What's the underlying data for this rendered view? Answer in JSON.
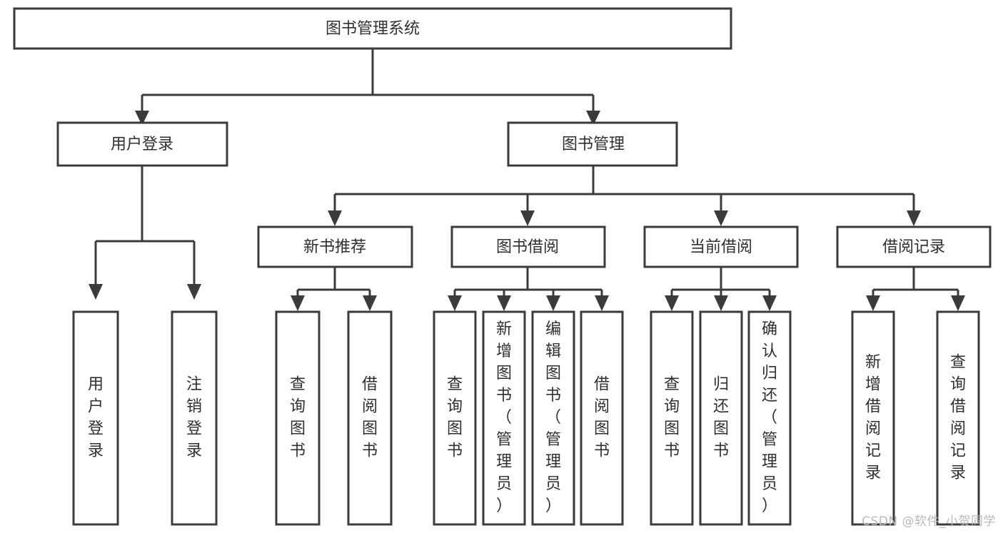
{
  "diagram": {
    "type": "tree-hierarchy",
    "title": "图书管理系统",
    "background_color": "#ffffff",
    "box_stroke_color": "#3b3b3b",
    "text_color": "#2f2f2f",
    "root": {
      "id": "root",
      "label": "图书管理系统",
      "orientation": "horizontal"
    },
    "level2": [
      {
        "id": "user-login",
        "label": "用户登录",
        "orientation": "horizontal"
      },
      {
        "id": "book-manage",
        "label": "图书管理",
        "orientation": "horizontal"
      }
    ],
    "level3": [
      {
        "id": "new-book-recommend",
        "label": "新书推荐",
        "orientation": "horizontal",
        "parent": "book-manage"
      },
      {
        "id": "book-borrow",
        "label": "图书借阅",
        "orientation": "horizontal",
        "parent": "book-manage"
      },
      {
        "id": "current-borrow",
        "label": "当前借阅",
        "orientation": "horizontal",
        "parent": "book-manage"
      },
      {
        "id": "borrow-record",
        "label": "借阅记录",
        "orientation": "horizontal",
        "parent": "book-manage"
      }
    ],
    "leaves": [
      {
        "id": "leaf-user-login",
        "label": "用户登录",
        "orientation": "vertical",
        "parent": "user-login"
      },
      {
        "id": "leaf-user-logout",
        "label": "注销登录",
        "orientation": "vertical",
        "parent": "user-login"
      },
      {
        "id": "leaf-query-book-1",
        "label": "查询图书",
        "orientation": "vertical",
        "parent": "new-book-recommend"
      },
      {
        "id": "leaf-borrow-book-1",
        "label": "借阅图书",
        "orientation": "vertical",
        "parent": "new-book-recommend"
      },
      {
        "id": "leaf-query-book-2",
        "label": "查询图书",
        "orientation": "vertical",
        "parent": "book-borrow"
      },
      {
        "id": "leaf-add-book",
        "label": "新增图书（管理员）",
        "orientation": "vertical",
        "parent": "book-borrow"
      },
      {
        "id": "leaf-edit-book",
        "label": "编辑图书（管理员）",
        "orientation": "vertical",
        "parent": "book-borrow"
      },
      {
        "id": "leaf-borrow-book-2",
        "label": "借阅图书",
        "orientation": "vertical",
        "parent": "book-borrow"
      },
      {
        "id": "leaf-query-book-3",
        "label": "查询图书",
        "orientation": "vertical",
        "parent": "current-borrow"
      },
      {
        "id": "leaf-return-book",
        "label": "归还图书",
        "orientation": "vertical",
        "parent": "current-borrow"
      },
      {
        "id": "leaf-confirm-return",
        "label": "确认归还（管理员）",
        "orientation": "vertical",
        "parent": "current-borrow"
      },
      {
        "id": "leaf-add-record",
        "label": "新增借阅记录",
        "orientation": "vertical",
        "parent": "borrow-record"
      },
      {
        "id": "leaf-query-record",
        "label": "查询借阅记录",
        "orientation": "vertical",
        "parent": "borrow-record"
      }
    ]
  },
  "watermark": {
    "text": "CSDN @软件_小贺同学"
  }
}
